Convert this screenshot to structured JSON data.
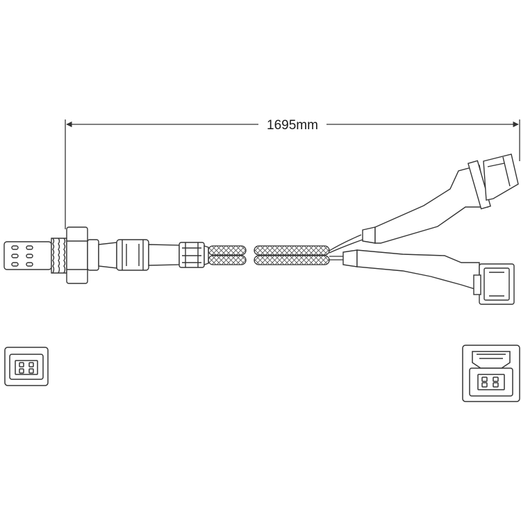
{
  "dimension": {
    "label": "1695mm"
  },
  "colors": {
    "line": "#333333",
    "background": "#ffffff",
    "braid": "#555555"
  },
  "parts": {
    "sensor": "oxygen-sensor-probe",
    "left_connector": "sensor-connector-end-view",
    "right_connector": "harness-connector-end-view"
  }
}
